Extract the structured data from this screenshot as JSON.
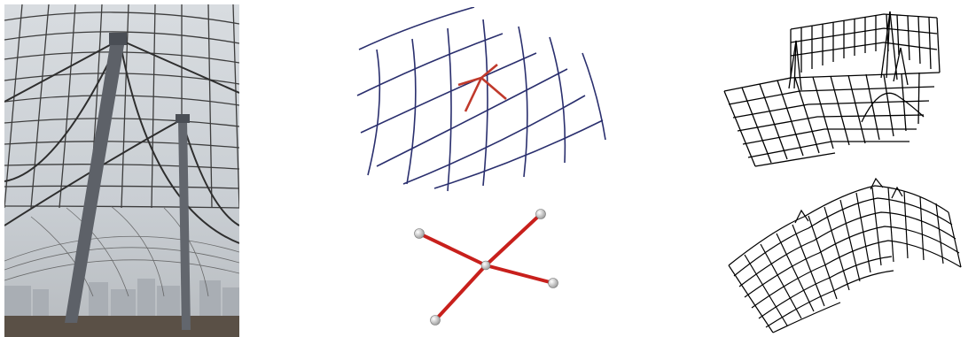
{
  "figure": {
    "panels": [
      {
        "id": "photo",
        "subject": "cable-net-roof-photo"
      },
      {
        "id": "grid-diagram",
        "subject": "cable-net-grid",
        "highlight_color": "#c0392b",
        "line_color": "#2a2f6e"
      },
      {
        "id": "node-diagram",
        "subject": "cable-node",
        "line_color": "#c8201c",
        "node_color": "#e6e6e6"
      },
      {
        "id": "mesh-top",
        "subject": "wireframe-surface-with-peaks"
      },
      {
        "id": "mesh-bottom",
        "subject": "wireframe-surface-form-found"
      }
    ]
  }
}
